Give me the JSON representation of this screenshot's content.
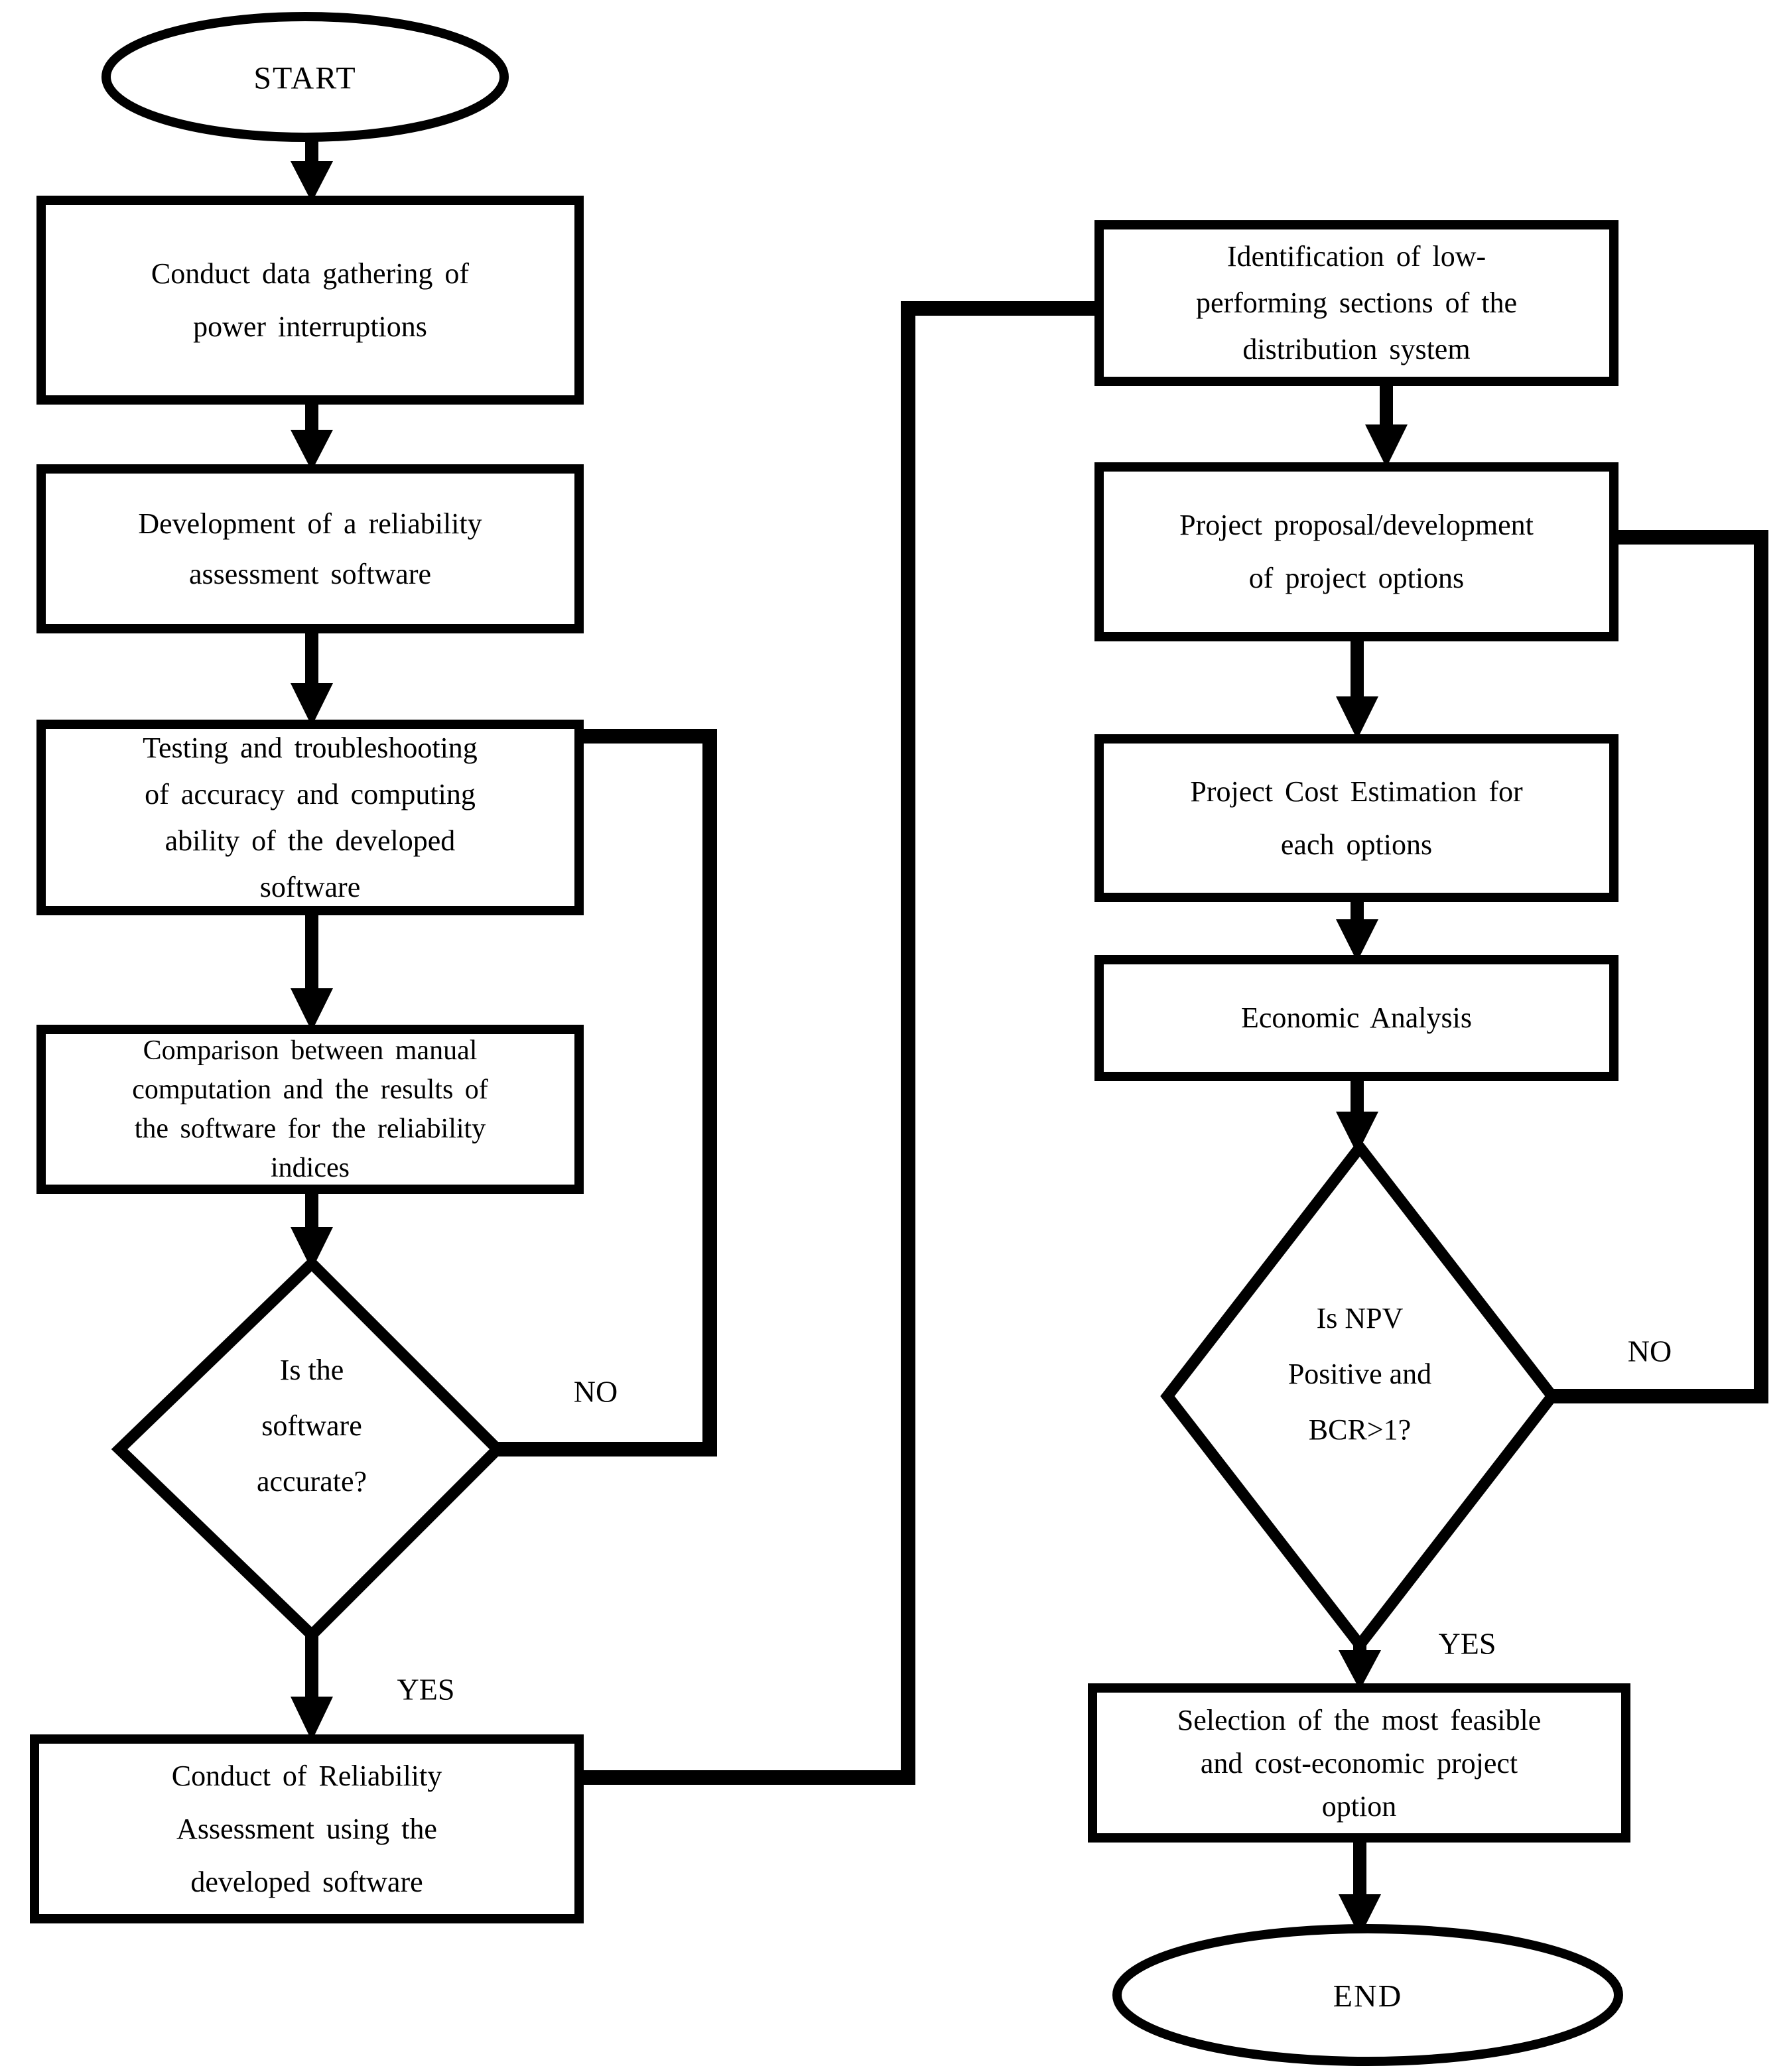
{
  "diagram": {
    "type": "flowchart",
    "colors": {
      "stroke": "#000000",
      "fill": "#ffffff"
    },
    "nodes": {
      "start": "START",
      "data_gathering": "Conduct data gathering of\npower interruptions",
      "development": "Development of a reliability\nassessment software",
      "testing": "Testing and troubleshooting\nof accuracy and computing\nability of the developed\nsoftware",
      "comparison": "Comparison between manual\ncomputation and the results of\nthe software for the reliability\nindices",
      "decision_accuracy": "Is the\nsoftware\naccurate?",
      "conduct_assessment": "Conduct of Reliability\nAssessment using the\ndeveloped software",
      "identification": "Identification of low-\nperforming sections of the\ndistribution system",
      "project_proposal": "Project proposal/development\nof project options",
      "cost_estimation": "Project Cost Estimation for\neach options",
      "economic_analysis": "Economic Analysis",
      "decision_npv": "Is NPV\nPositive and\nBCR>1?",
      "selection": "Selection of the most feasible\nand cost-economic project\noption",
      "end": "END"
    },
    "edge_labels": {
      "accuracy_no": "NO",
      "accuracy_yes": "YES",
      "npv_no": "NO",
      "npv_yes": "YES"
    }
  }
}
